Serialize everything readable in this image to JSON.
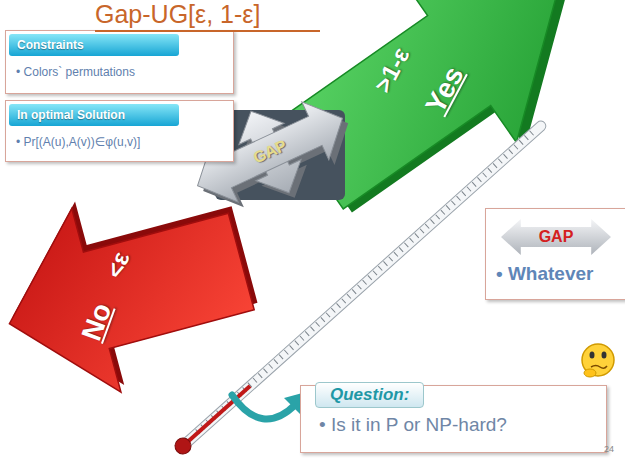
{
  "diagram": {
    "title": "Gap-UG[ε, 1-ε]",
    "nodes": [
      {
        "text": [
          "Constraints",
          "• Colors` permutations"
        ]
      },
      {
        "text": [
          "In optimal Solution",
          "• Pr[(A(u),A(v))∈φ(u,v)]"
        ]
      },
      {
        "text": [
          ">1-ε",
          "Yes"
        ]
      },
      {
        "text": [
          "GAP"
        ]
      },
      {
        "text": [
          "<ε",
          "No"
        ]
      },
      {
        "text": [
          "GAP",
          "• Whatever"
        ]
      },
      {
        "text": [
          "Question:",
          "• Is it in P or NP-hard?"
        ]
      }
    ],
    "labels": [
      "24"
    ]
  }
}
